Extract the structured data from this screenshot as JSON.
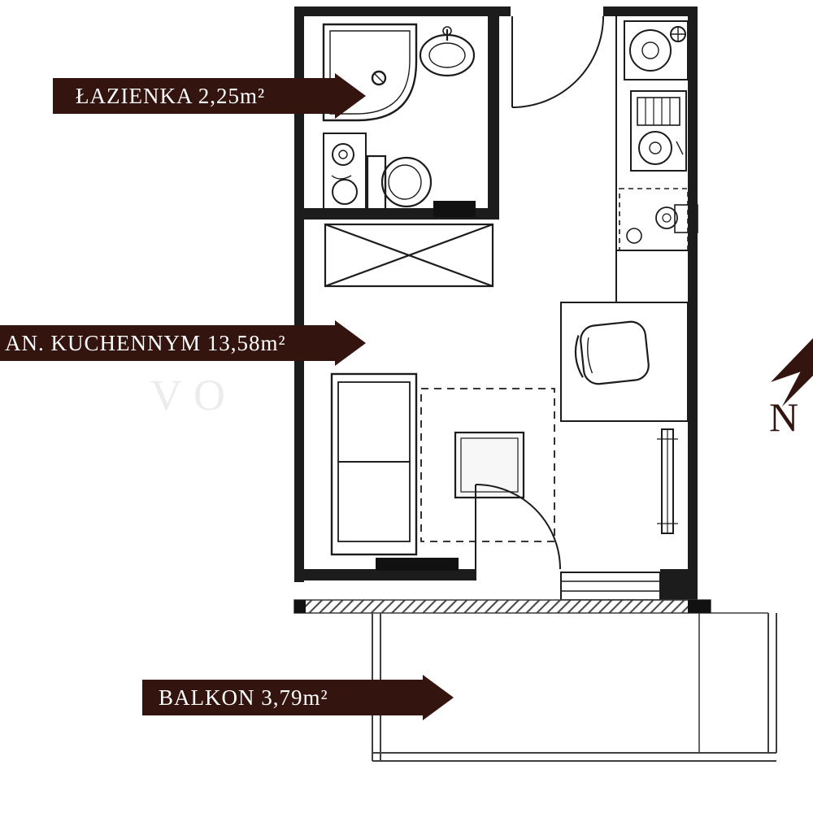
{
  "colors": {
    "banner": "#33140e",
    "line": "#1c1c1c"
  },
  "banners": {
    "bathroom": {
      "label": "ŁAZIENKA 2,25m²"
    },
    "room": {
      "label": "AN. KUCHENNYM 13,58m²"
    },
    "balcony": {
      "label": "BALKON 3,79m²"
    }
  },
  "watermark": {
    "compass_letter": "N",
    "faint_text": "VO"
  }
}
